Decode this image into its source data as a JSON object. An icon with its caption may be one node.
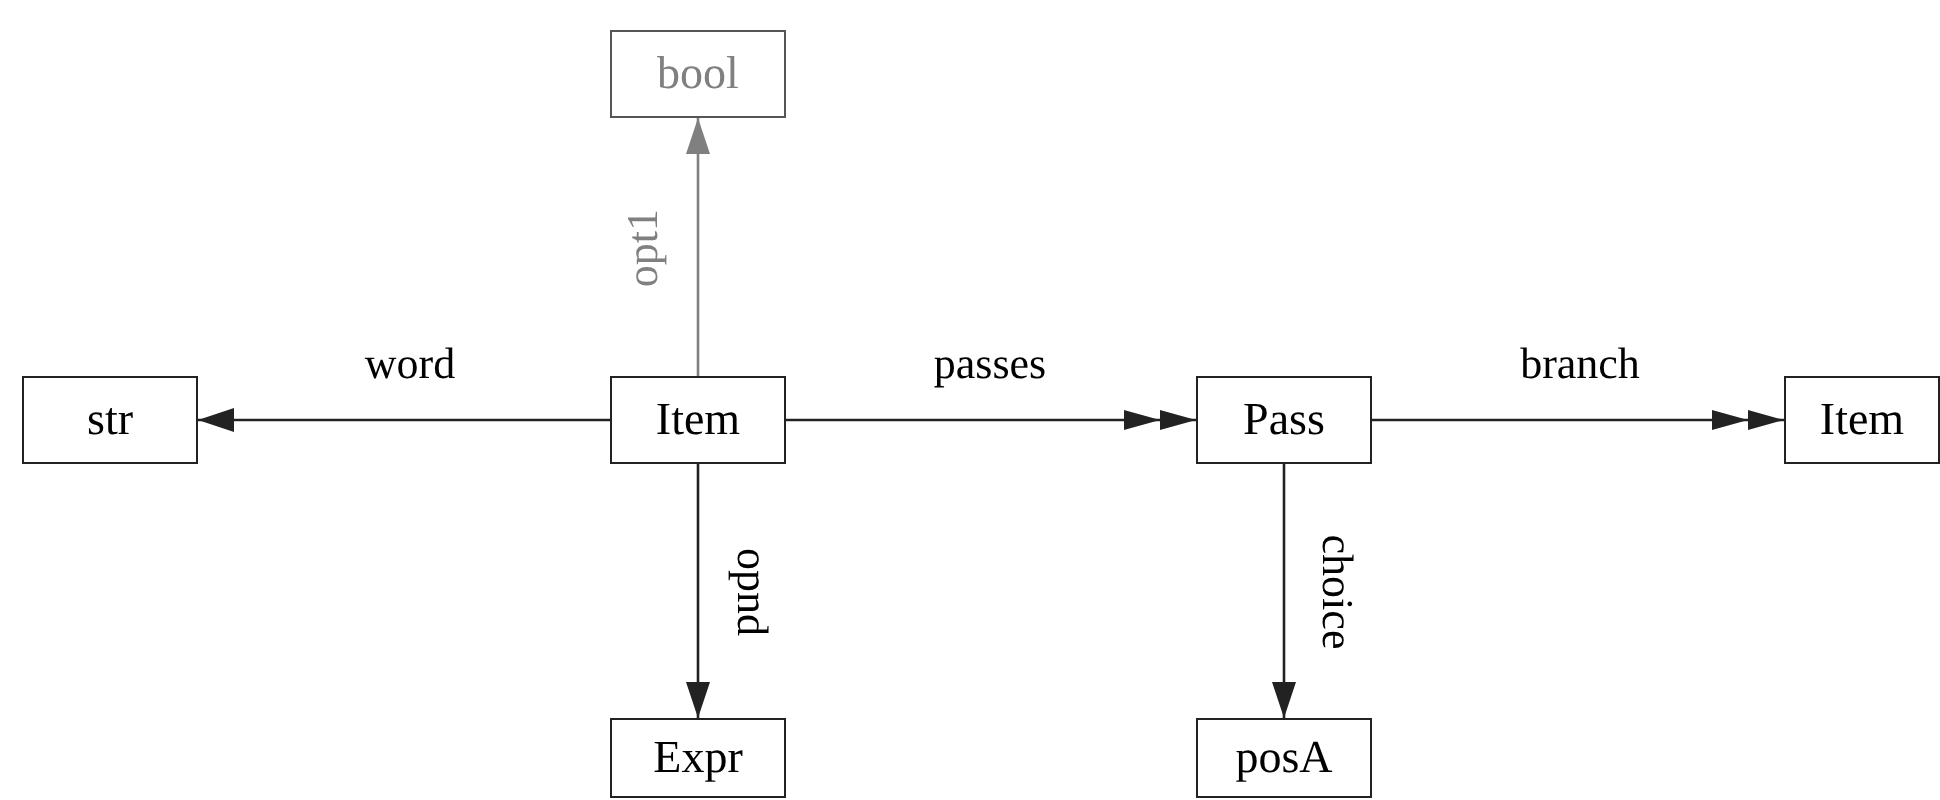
{
  "diagram": {
    "nodes": [
      {
        "text": [
          "bool"
        ]
      },
      {
        "text": [
          "str"
        ]
      },
      {
        "text": [
          "Item"
        ]
      },
      {
        "text": [
          "Pass"
        ]
      },
      {
        "text": [
          "Item"
        ]
      },
      {
        "text": [
          "Expr"
        ]
      },
      {
        "text": [
          "posA"
        ]
      }
    ],
    "edges": [
      {
        "from": 2,
        "to": 0,
        "arrow": "to",
        "label": "opt1",
        "color": "#808080"
      },
      {
        "from": 2,
        "to": 1,
        "arrow": "to",
        "label": "word"
      },
      {
        "from": 2,
        "to": 3,
        "arrow": "to",
        "label": "passes"
      },
      {
        "from": 3,
        "to": 4,
        "arrow": "to",
        "label": "branch"
      },
      {
        "from": 2,
        "to": 5,
        "arrow": "to",
        "label": "opnd"
      },
      {
        "from": 3,
        "to": 6,
        "arrow": "to",
        "label": "choice"
      }
    ]
  }
}
